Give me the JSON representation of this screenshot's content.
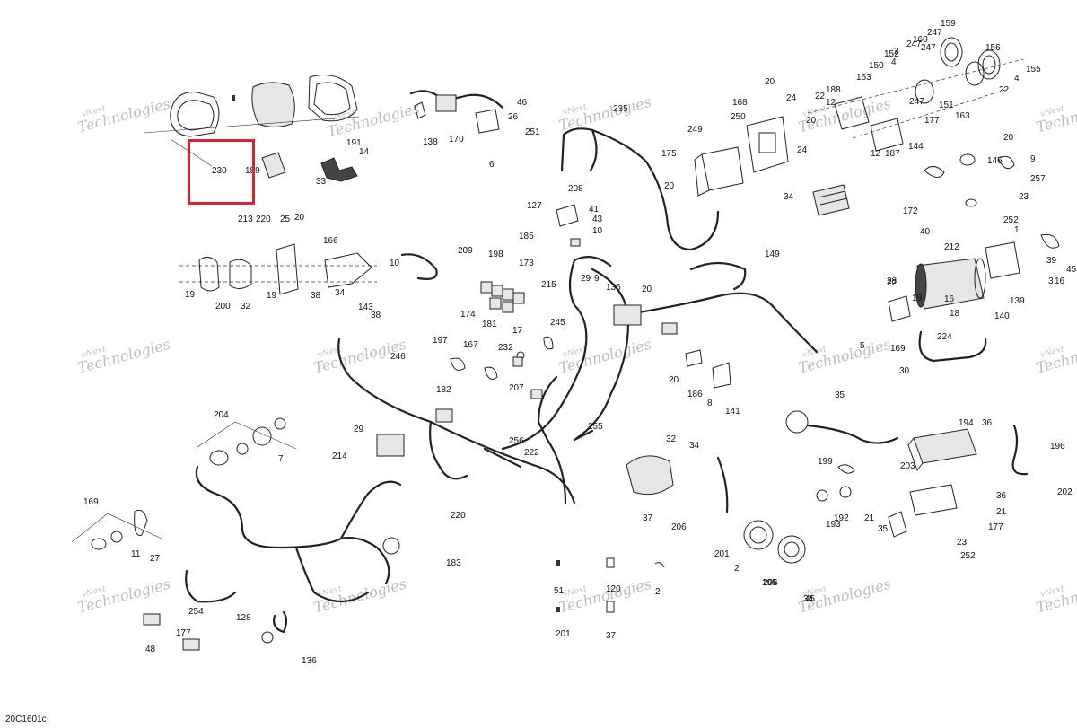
{
  "document": {
    "code": "20C1601c"
  },
  "watermark": {
    "line1": "vNext",
    "line2": "Technologies"
  },
  "highlight": {
    "color": "#e0202a",
    "part": "230"
  },
  "callouts": [
    "230",
    "189",
    "191",
    "14",
    "33",
    "138",
    "170",
    "46",
    "26",
    "251",
    "6",
    "235",
    "175",
    "249",
    "20",
    "168",
    "250",
    "20",
    "24",
    "20",
    "24",
    "12",
    "22",
    "188",
    "12",
    "187",
    "163",
    "150",
    "152",
    "247",
    "160",
    "247",
    "159",
    "2",
    "4",
    "247",
    "156",
    "155",
    "22",
    "4",
    "247",
    "151",
    "163",
    "177",
    "144",
    "20",
    "9",
    "146",
    "257",
    "23",
    "172",
    "252",
    "40",
    "1",
    "39",
    "45",
    "208",
    "127",
    "41",
    "43",
    "10",
    "185",
    "209",
    "198",
    "173",
    "174",
    "181",
    "17",
    "29",
    "9",
    "136",
    "20",
    "215",
    "149",
    "245",
    "232",
    "197",
    "167",
    "182",
    "207",
    "20",
    "186",
    "8",
    "141",
    "212",
    "22",
    "19",
    "28",
    "16",
    "18",
    "140",
    "139",
    "16",
    "3",
    "5",
    "224",
    "169",
    "30",
    "204",
    "7",
    "29",
    "256",
    "222",
    "246",
    "255",
    "214",
    "220",
    "32",
    "34",
    "37",
    "206",
    "201",
    "2",
    "195",
    "45",
    "199",
    "193",
    "192",
    "21",
    "35",
    "203",
    "194",
    "36",
    "196",
    "202",
    "36",
    "21",
    "35",
    "177",
    "23",
    "252",
    "169",
    "11",
    "27",
    "183",
    "254",
    "177",
    "48",
    "128",
    "136",
    "51",
    "120",
    "2",
    "201",
    "37",
    "34",
    "206",
    "200",
    "32",
    "19",
    "38",
    "34",
    "143",
    "38",
    "19",
    "213",
    "220",
    "25",
    "20",
    "166",
    "10",
    "34"
  ]
}
